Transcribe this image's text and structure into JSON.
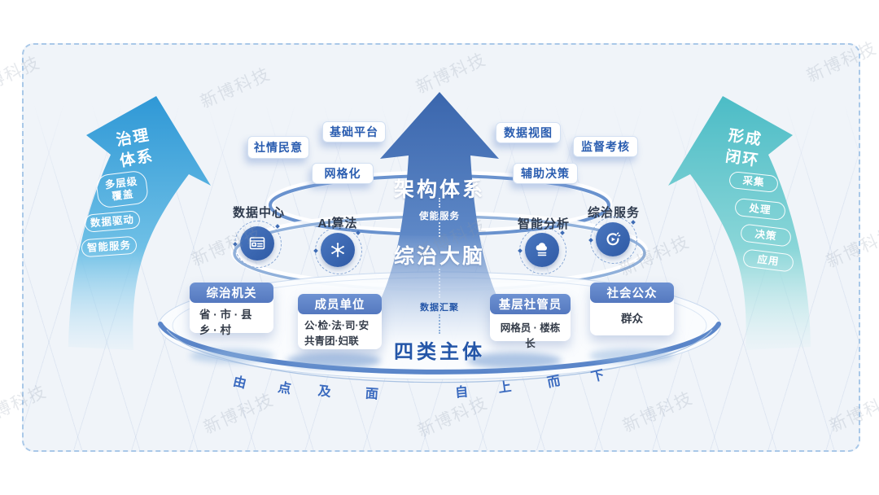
{
  "watermark": {
    "text": "新博科技"
  },
  "left_arrow": {
    "title": [
      "治理",
      "体系"
    ],
    "pills": [
      [
        "多层级",
        "覆盖"
      ],
      [
        "数据驱动"
      ],
      [
        "智能服务"
      ]
    ]
  },
  "right_arrow": {
    "title": [
      "形成",
      "闭环"
    ],
    "pills": [
      [
        "采集"
      ],
      [
        "处理"
      ],
      [
        "决策"
      ],
      [
        "应用"
      ]
    ]
  },
  "center_arrow": {
    "title": "架构体系",
    "subtitle": "使能服务",
    "brain": "综治大脑"
  },
  "feature_pills": {
    "left": [
      "社情民意",
      "基础平台",
      "网格化"
    ],
    "right": [
      "数据视图",
      "监督考核",
      "辅助决策"
    ]
  },
  "capabilities": [
    {
      "label": "数据中心",
      "icon": "data-center-icon"
    },
    {
      "label": "AI算法",
      "icon": "ai-algorithm-icon"
    },
    {
      "label": "智能分析",
      "icon": "smart-analysis-icon"
    },
    {
      "label": "综治服务",
      "icon": "governance-service-icon"
    }
  ],
  "subjects": {
    "data_caption": "数据汇聚",
    "title": "四类主体",
    "boxes": [
      {
        "header": "综治机关",
        "lines": [
          "省 · 市 · 县",
          "乡 · 村"
        ]
      },
      {
        "header": "成员单位",
        "lines": [
          "公·检·法·司·安",
          "共青团·妇联"
        ]
      },
      {
        "header": "基层社管员",
        "lines": [
          "网格员 · 楼栋长"
        ]
      },
      {
        "header": "社会公众",
        "lines": [
          "群众"
        ]
      }
    ]
  },
  "bottom_arc": {
    "chars": [
      "由",
      "点",
      "及",
      "面",
      "自",
      "上",
      "而",
      "下"
    ]
  },
  "colors": {
    "ring_blue": "#4d7cc4",
    "center_arrow_blue": "#3a66ad",
    "left_arrow_blue": "#2f98d6",
    "right_arrow_teal": "#4cbcc6",
    "box_header_blue": "#5d82c6",
    "pill_text_blue": "#2a5db0"
  }
}
